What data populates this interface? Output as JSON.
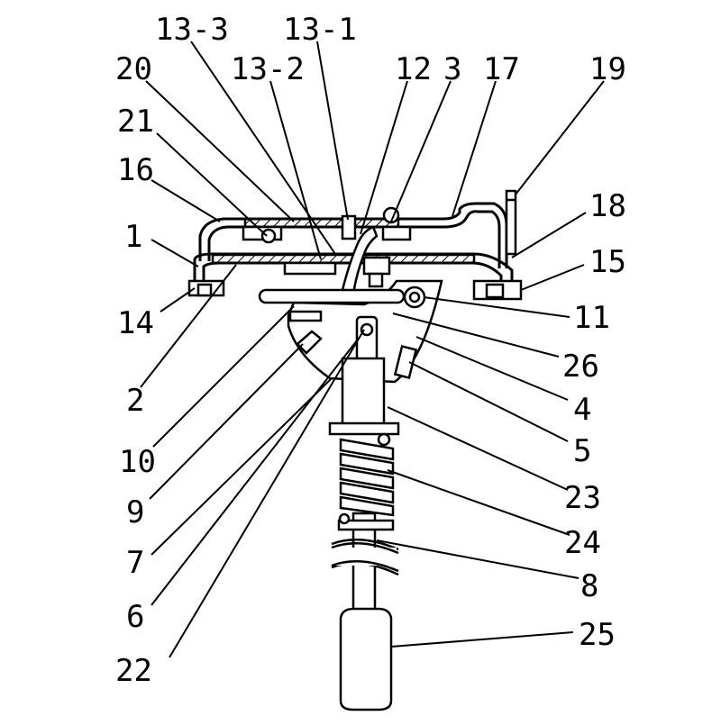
{
  "diagram": {
    "labels": [
      {
        "key": "13-3",
        "text": "13-3"
      },
      {
        "key": "13-1",
        "text": "13-1"
      },
      {
        "key": "20",
        "text": "20"
      },
      {
        "key": "13-2",
        "text": "13-2"
      },
      {
        "key": "12",
        "text": "12"
      },
      {
        "key": "3",
        "text": "3"
      },
      {
        "key": "17",
        "text": "17"
      },
      {
        "key": "19",
        "text": "19"
      },
      {
        "key": "21",
        "text": "21"
      },
      {
        "key": "16",
        "text": "16"
      },
      {
        "key": "18",
        "text": "18"
      },
      {
        "key": "1",
        "text": "1"
      },
      {
        "key": "15",
        "text": "15"
      },
      {
        "key": "14",
        "text": "14"
      },
      {
        "key": "11",
        "text": "11"
      },
      {
        "key": "26",
        "text": "26"
      },
      {
        "key": "2",
        "text": "2"
      },
      {
        "key": "4",
        "text": "4"
      },
      {
        "key": "5",
        "text": "5"
      },
      {
        "key": "10",
        "text": "10"
      },
      {
        "key": "23",
        "text": "23"
      },
      {
        "key": "9",
        "text": "9"
      },
      {
        "key": "24",
        "text": "24"
      },
      {
        "key": "7",
        "text": "7"
      },
      {
        "key": "8",
        "text": "8"
      },
      {
        "key": "6",
        "text": "6"
      },
      {
        "key": "25",
        "text": "25"
      },
      {
        "key": "22",
        "text": "22"
      }
    ]
  }
}
